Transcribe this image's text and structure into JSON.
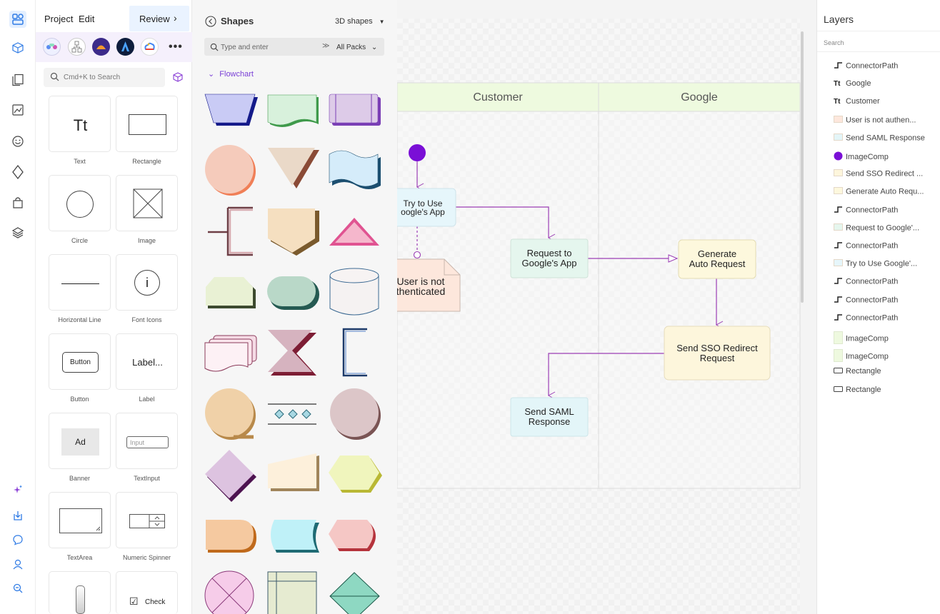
{
  "menu": {
    "project": "Project",
    "edit": "Edit",
    "review": "Review"
  },
  "component_search": {
    "placeholder": "Cmd+K to Search"
  },
  "components": [
    {
      "label": "Text",
      "glyph": "Tt"
    },
    {
      "label": "Rectangle"
    },
    {
      "label": "Circle"
    },
    {
      "label": "Image"
    },
    {
      "label": "Horizontal Line"
    },
    {
      "label": "Font Icons",
      "glyph": "i"
    },
    {
      "label": "Button",
      "glyph": "Button"
    },
    {
      "label": "Label",
      "glyph": "Label..."
    },
    {
      "label": "Banner",
      "glyph": "Ad"
    },
    {
      "label": "TextInput",
      "glyph": "Input"
    },
    {
      "label": "TextArea"
    },
    {
      "label": "Numeric Spinner"
    },
    {
      "label": "",
      "glyph": ""
    },
    {
      "label": "",
      "glyph": "Check"
    }
  ],
  "shapes_panel": {
    "title": "Shapes",
    "category": "3D shapes",
    "search_placeholder": "Type and enter",
    "packs": "All Packs",
    "section": "Flowchart"
  },
  "diagram": {
    "lanes": [
      "Customer",
      "Google"
    ],
    "nodes": {
      "try": [
        "Try to Use",
        "oogle's App"
      ],
      "notauth": [
        "User is not",
        "thenticated"
      ],
      "request": [
        "Request to",
        "Google's App"
      ],
      "generate": [
        "Generate",
        "Auto Request"
      ],
      "sso": [
        "Send SSO Redirect",
        "Request"
      ],
      "saml": [
        "Send SAML",
        "Response"
      ]
    }
  },
  "layers_panel": {
    "title": "Layers",
    "search_placeholder": "Search",
    "items": [
      {
        "icon": "connector-icon",
        "label": "ConnectorPath"
      },
      {
        "icon": "text-icon",
        "label": "Google"
      },
      {
        "icon": "text-icon",
        "label": "Customer"
      },
      {
        "icon": "shape-swatch-icon",
        "label": "User is not authen...",
        "color": "#fde7dc"
      },
      {
        "icon": "shape-swatch-icon",
        "label": "Send SAML Response",
        "color": "#e3f5f8"
      },
      {
        "icon": "image-circle-icon",
        "label": "ImageComp",
        "color": "#7a0fd6"
      },
      {
        "icon": "shape-swatch-icon",
        "label": "Send SSO Redirect ...",
        "color": "#fdf6dc"
      },
      {
        "icon": "shape-swatch-icon",
        "label": "Generate Auto Requ...",
        "color": "#fdf8dd"
      },
      {
        "icon": "connector-icon",
        "label": "ConnectorPath"
      },
      {
        "icon": "shape-swatch-icon",
        "label": "Request to Google'...",
        "color": "#e5f6ee"
      },
      {
        "icon": "connector-icon",
        "label": "ConnectorPath"
      },
      {
        "icon": "shape-swatch-icon",
        "label": "Try to Use Google'...",
        "color": "#e6f6fb"
      },
      {
        "icon": "connector-icon",
        "label": "ConnectorPath"
      },
      {
        "icon": "connector-icon",
        "label": "ConnectorPath"
      },
      {
        "icon": "connector-icon",
        "label": "ConnectorPath"
      },
      {
        "icon": "image-swatch-icon",
        "label": "ImageComp",
        "color": "#eef9df"
      },
      {
        "icon": "image-swatch-icon",
        "label": "ImageComp",
        "color": "#eef9df"
      },
      {
        "icon": "rectangle-icon",
        "label": "Rectangle"
      },
      {
        "icon": "rectangle-icon",
        "label": "Rectangle"
      }
    ]
  },
  "colors": {
    "accent": "#2f7be5",
    "connector": "#9b3db5",
    "lane_header": "#eefadf",
    "start_node": "#7a0fd6"
  }
}
